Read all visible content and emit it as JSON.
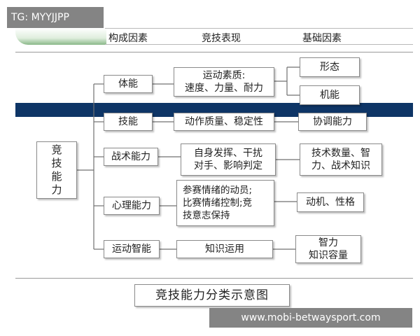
{
  "colors": {
    "band": "#0e3566",
    "accent_green": "#8ab889",
    "line": "#707070",
    "box_border": "#8a8a8a"
  },
  "header": {
    "col1": "构成因素",
    "col2": "竞技表现",
    "col3": "基础因素"
  },
  "root": "竞\n技\n能\n力",
  "rows": [
    {
      "factor": "体能",
      "performance": "运动素质:\n速度、力量、耐力",
      "basis": [
        "形态",
        "机能"
      ]
    },
    {
      "factor": "技能",
      "performance": "动作质量、稳定性",
      "basis": [
        "协调能力"
      ]
    },
    {
      "factor": "战术能力",
      "performance": "自身发挥、干扰\n对手、影响判定",
      "basis": [
        "技术数量、智\n力、战术知识"
      ]
    },
    {
      "factor": "心理能力",
      "performance": "参赛情绪的动员;\n比赛情绪控制;竞\n技意志保持",
      "basis": [
        "动机、性格"
      ]
    },
    {
      "factor": "运动智能",
      "performance": "知识运用",
      "basis": [
        "智力\n知识容量"
      ]
    }
  ],
  "caption": "竞技能力分类示意图",
  "watermarks": {
    "top_left": "TG: MYYJJPP",
    "bottom_right": "www.mobi-betwaysport.com"
  }
}
